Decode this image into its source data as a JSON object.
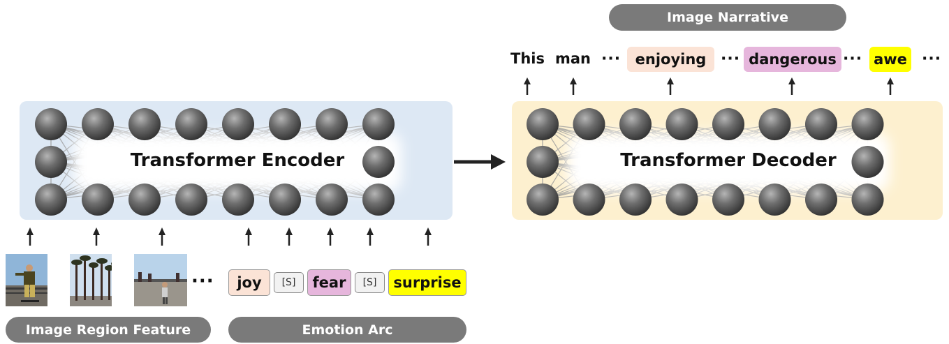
{
  "encoder": {
    "label": "Transformer Encoder"
  },
  "decoder": {
    "label": "Transformer Decoder"
  },
  "narrative": {
    "title": "Image Narrative",
    "tokens": [
      "This",
      "man",
      "···",
      "enjoying",
      "···",
      "dangerous",
      "···",
      "awe",
      "···"
    ]
  },
  "inputs": {
    "image_region_label": "Image Region Feature",
    "emotion_arc_label": "Emotion Arc",
    "ellipsis": "···",
    "emotion_tokens": [
      "joy",
      "[S]",
      "fear",
      "[S]",
      "surprise"
    ]
  },
  "colors": {
    "encoder_bg": "#dde8f4",
    "decoder_bg": "#fdf0cf",
    "pill_bg": "#7a7a7a",
    "joy": "#fbe3d6",
    "fear": "#e6b6dc",
    "surprise": "#ffff00",
    "enjoying": "#fbe3d6",
    "dangerous": "#e6b6dc",
    "awe": "#ffff00"
  }
}
